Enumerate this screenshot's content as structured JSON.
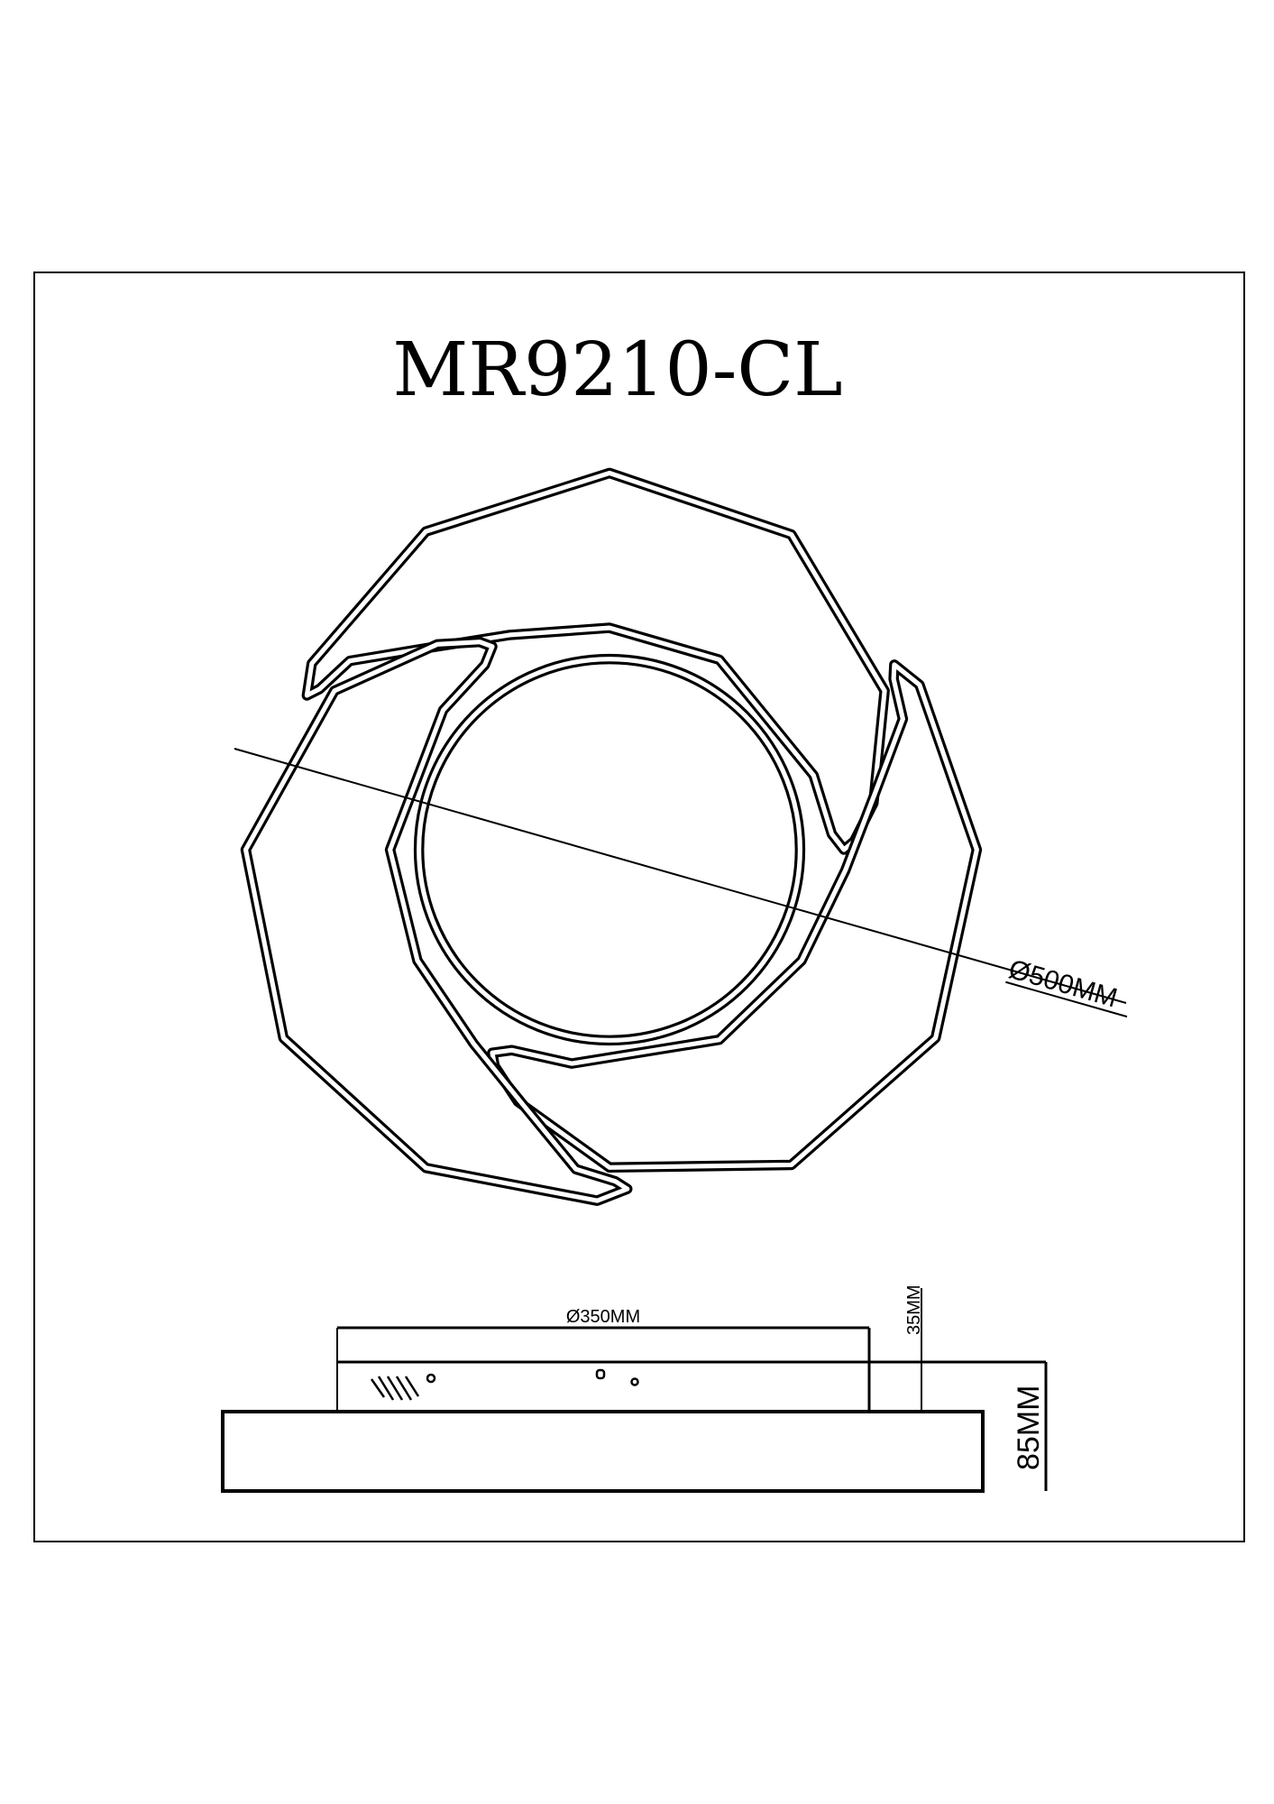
{
  "title": "MR9210-CL",
  "top_view": {
    "diameter_label": "Ø500MM"
  },
  "side_view": {
    "base_diameter_label": "Ø350MM",
    "canopy_height_label": "35MM",
    "total_height_label": "85MM"
  },
  "colors": {
    "line": "#000000",
    "background": "#ffffff"
  }
}
